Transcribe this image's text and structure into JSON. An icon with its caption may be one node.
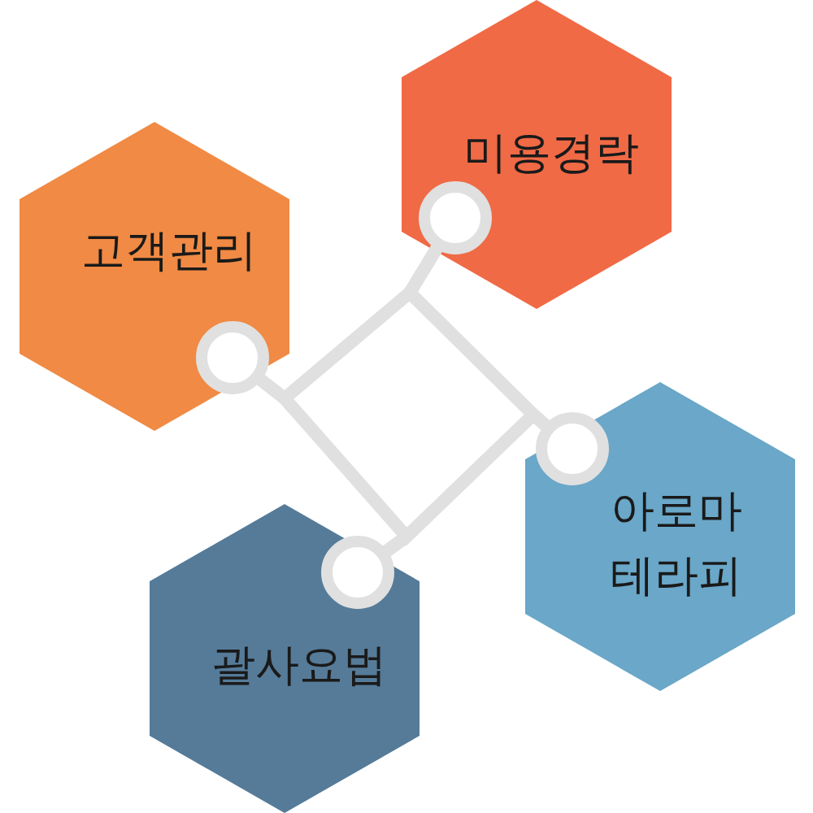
{
  "diagram": {
    "nodes": [
      {
        "text": [
          "미용경락"
        ]
      },
      {
        "text": [
          "고객관리"
        ]
      },
      {
        "text": [
          "아로마 테라피"
        ]
      },
      {
        "text": [
          "괄사요법"
        ]
      }
    ]
  }
}
